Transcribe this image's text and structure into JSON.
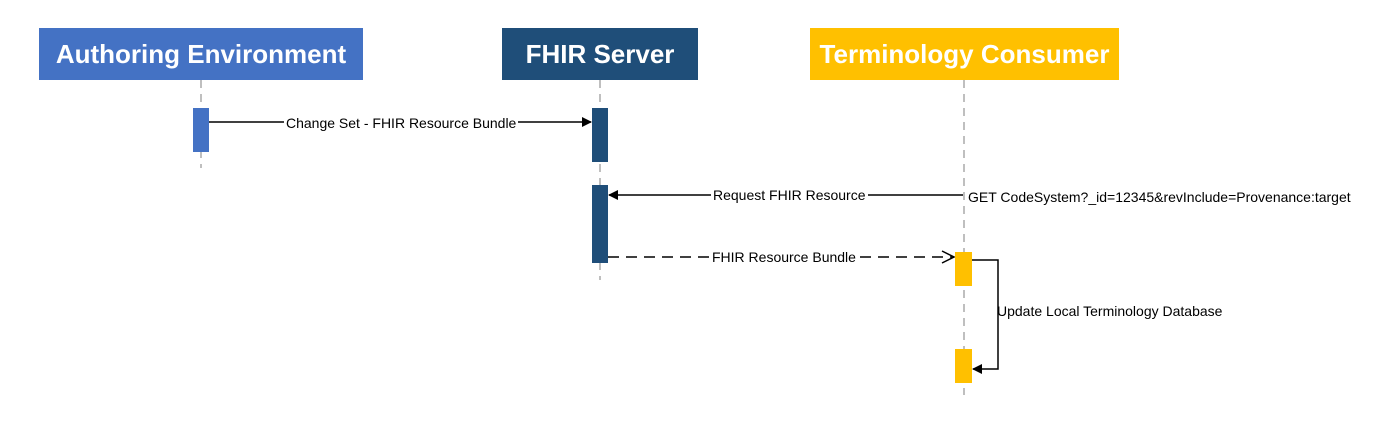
{
  "actors": [
    {
      "id": "authoring",
      "label": "Authoring Environment",
      "color": "#4472C4"
    },
    {
      "id": "fhir",
      "label": "FHIR Server",
      "color": "#1F4E79"
    },
    {
      "id": "terminology",
      "label": "Terminology Consumer",
      "color": "#FFC000"
    }
  ],
  "messages": {
    "change_set": "Change Set - FHIR Resource Bundle",
    "request": "Request FHIR Resource",
    "get_query": "GET CodeSystem?_id=12345&revInclude=Provenance:target",
    "bundle": "FHIR Resource Bundle",
    "update": "Update Local Terminology Database"
  },
  "colors": {
    "lifeline": "#bfbfbf",
    "authoring_activation": "#4472C4",
    "fhir_activation": "#1F4E79",
    "terminology_activation": "#FFC000",
    "arrow": "#000000"
  }
}
